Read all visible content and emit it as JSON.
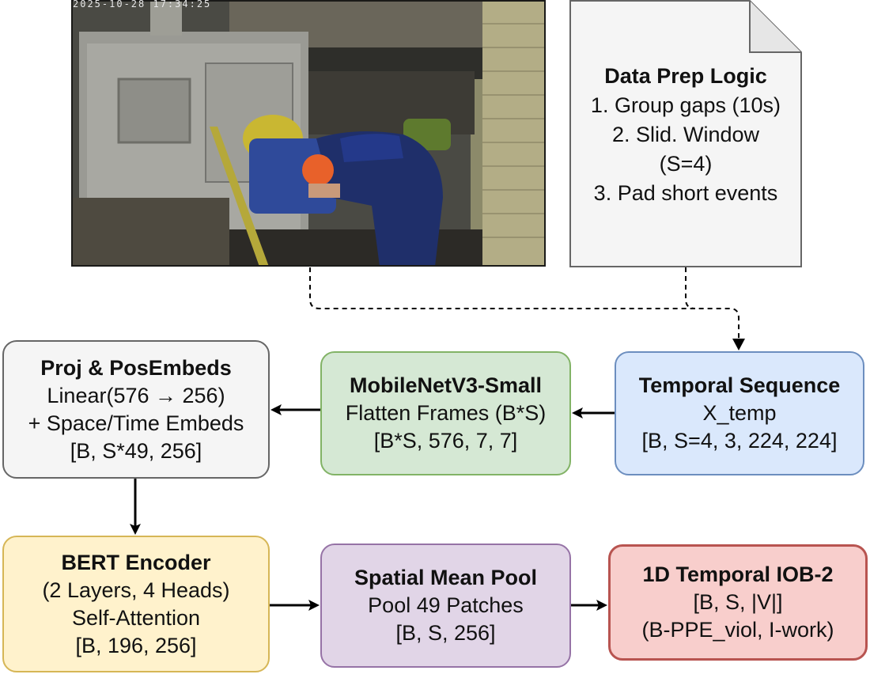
{
  "photo": {
    "timestamp": "2025-10-28 17:34:25"
  },
  "note": {
    "title": "Data Prep Logic",
    "lines": [
      "1. Group gaps (10s)",
      "2. Slid. Window",
      "(S=4)",
      "3. Pad short events"
    ]
  },
  "boxes": {
    "proj": {
      "title": "Proj & PosEmbeds",
      "lines": [
        "Linear(576 → 256)",
        "+ Space/Time Embeds",
        "[B, S*49, 256]"
      ]
    },
    "mnet": {
      "title": "MobileNetV3-Small",
      "lines": [
        "Flatten Frames (B*S)",
        "[B*S, 576, 7, 7]"
      ]
    },
    "temp": {
      "title": "Temporal Sequence",
      "lines": [
        "X_temp",
        "[B, S=4, 3, 224, 224]"
      ]
    },
    "bert": {
      "title": "BERT Encoder",
      "lines": [
        "(2 Layers, 4 Heads)",
        "Self-Attention",
        "[B, 196, 256]"
      ]
    },
    "pool": {
      "title": "Spatial Mean Pool",
      "lines": [
        "Pool 49 Patches",
        "[B, S, 256]"
      ]
    },
    "iob": {
      "title": "1D Temporal IOB-2",
      "lines": [
        "[B, S, |V|]",
        "(B-PPE_viol, I-work)"
      ]
    }
  },
  "colors": {
    "proj_fill": "#f5f5f5",
    "proj_stroke": "#666666",
    "mnet_fill": "#d5e8d4",
    "mnet_stroke": "#82b366",
    "temp_fill": "#dae8fc",
    "temp_stroke": "#6c8ebf",
    "bert_fill": "#fff2cc",
    "bert_stroke": "#d6b656",
    "pool_fill": "#e1d5e7",
    "pool_stroke": "#9673a6",
    "iob_fill": "#f8cecc",
    "iob_stroke": "#b85450",
    "note_fill": "#f5f5f5"
  }
}
